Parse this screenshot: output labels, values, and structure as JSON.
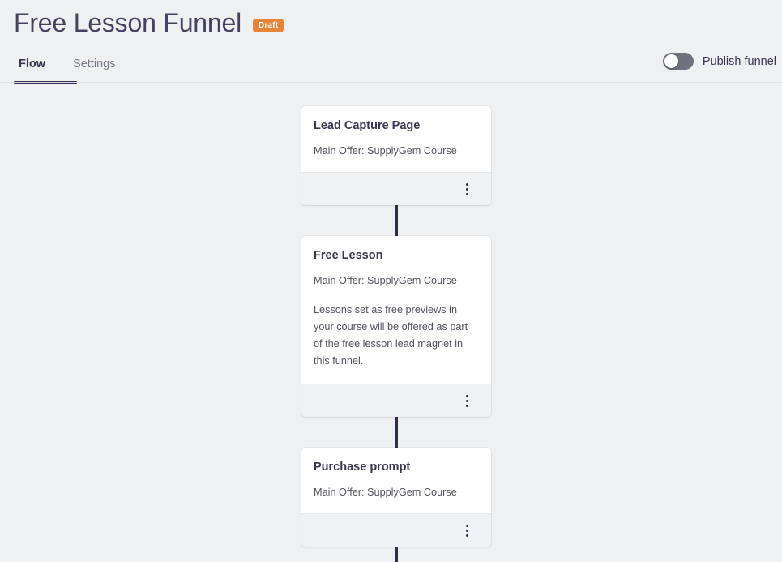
{
  "header": {
    "title": "Free Lesson Funnel",
    "badge": "Draft"
  },
  "tabs": [
    {
      "label": "Flow",
      "active": true
    },
    {
      "label": "Settings",
      "active": false
    }
  ],
  "publish": {
    "label": "Publish funnel",
    "state": "off",
    "toggle_icon": "toggle-off-icon"
  },
  "colors": {
    "background": "#eff0f2",
    "accent": "#332a52",
    "badge": "#e8833a",
    "card": "#ffffff",
    "card_footer": "#f0f1f3"
  },
  "flow": {
    "nodes": [
      {
        "title": "Lead Capture Page",
        "subtitle": "Main Offer: SupplyGem Course",
        "description": "",
        "menu_icon": "kebab-menu-icon"
      },
      {
        "title": "Free Lesson",
        "subtitle": "Main Offer: SupplyGem Course",
        "description": "Lessons set as free previews in your course will be offered as part of the free lesson lead magnet in this funnel.",
        "menu_icon": "kebab-menu-icon"
      },
      {
        "title": "Purchase prompt",
        "subtitle": "Main Offer: SupplyGem Course",
        "description": "",
        "menu_icon": "kebab-menu-icon"
      }
    ]
  }
}
